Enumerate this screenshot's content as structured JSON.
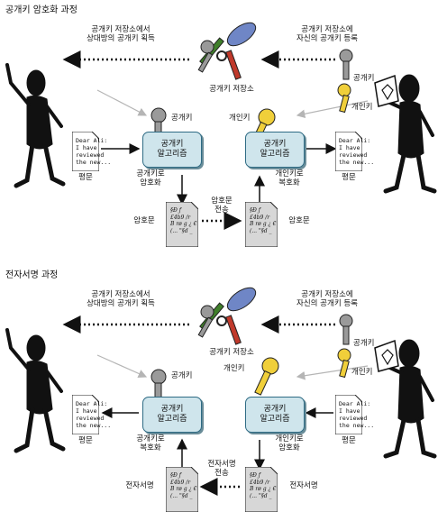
{
  "sections": [
    {
      "title": "공개키 암호화 과정",
      "store_left_line1": "공개키 저장소에서",
      "store_left_line2": "상대방의 공개키 획득",
      "store_right_line1": "공개키 저장소에",
      "store_right_line2": "자신의 공개키 등록",
      "store_label": "공개키 저장소",
      "right_key1": "공개키",
      "right_key2": "개인키",
      "left_key_label": "공개키",
      "right_key_label": "개인키",
      "left_algo_line1": "공개키",
      "left_algo_line2": "알고리즘",
      "right_algo_line1": "공개키",
      "right_algo_line2": "알고리즘",
      "left_action_line1": "공개키로",
      "left_action_line2": "암호화",
      "right_action_line1": "개인키로",
      "right_action_line2": "복호화",
      "left_doc_label": "평문",
      "right_doc_label": "평문",
      "left_cipher_label": "암호문",
      "right_cipher_label": "암호문",
      "transfer_line1": "암호문",
      "transfer_line2": "전송"
    },
    {
      "title": "전자서명 과정",
      "store_left_line1": "공개키 저장소에서",
      "store_left_line2": "상대방의 공개키 획득",
      "store_right_line1": "공개키 저장소에",
      "store_right_line2": "자신의 공개키 등록",
      "store_label": "공개키 저장소",
      "right_key1": "공개키",
      "right_key2": "개인키",
      "left_key_label": "공개키",
      "right_key_label": "개인키",
      "left_algo_line1": "공개키",
      "left_algo_line2": "알고리즘",
      "right_algo_line1": "공개키",
      "right_algo_line2": "알고리즘",
      "left_action_line1": "공개키로",
      "left_action_line2": "복호화",
      "right_action_line1": "개인키로",
      "right_action_line2": "암호화",
      "left_doc_label": "평문",
      "right_doc_label": "평문",
      "left_cipher_label": "전자서명",
      "right_cipher_label": "전자서명",
      "transfer_line1": "전자서명",
      "transfer_line2": "전송"
    }
  ],
  "document_text": "Dear Ali:\nI have\nreviewed\nthe new...",
  "cipher_text": "§Ð ƒ\n£4b9 /r\nB rø g ¿ €\n(... \"§d _",
  "colors": {
    "algo_fill": "#cfe5ec",
    "algo_border": "#2e6b84",
    "public_key": "#8a8a8a",
    "private_key": "#f0cf3a",
    "store_key_blue": "#6f86c6",
    "store_key_red": "#c0392b",
    "store_key_green": "#3f7f2a"
  }
}
